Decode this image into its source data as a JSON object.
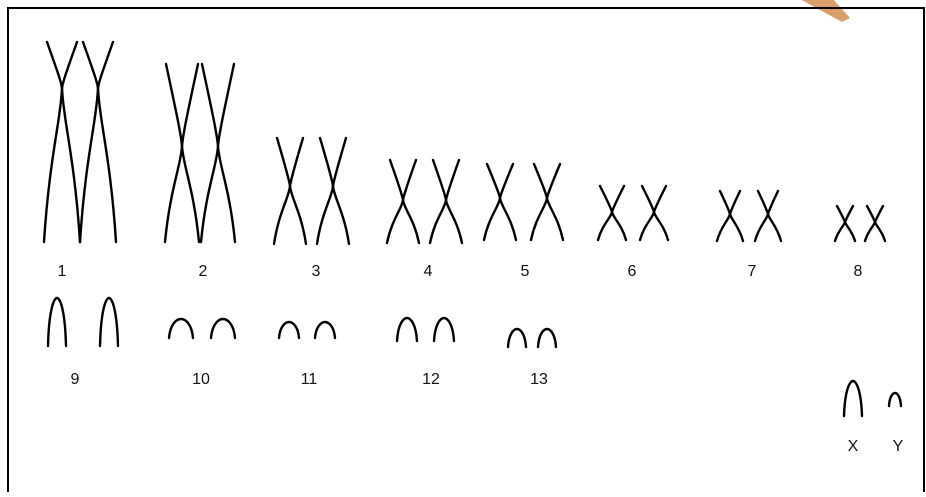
{
  "colors": {
    "background": "#ffffff",
    "stroke": "#000000",
    "border": "#000000",
    "corner_accent": "#d9a06b"
  },
  "karyotype": {
    "pairs": [
      {
        "label": "1",
        "shape": "x"
      },
      {
        "label": "2",
        "shape": "x"
      },
      {
        "label": "3",
        "shape": "x"
      },
      {
        "label": "4",
        "shape": "x"
      },
      {
        "label": "5",
        "shape": "x"
      },
      {
        "label": "6",
        "shape": "x"
      },
      {
        "label": "7",
        "shape": "x"
      },
      {
        "label": "8",
        "shape": "x"
      },
      {
        "label": "9",
        "shape": "arch"
      },
      {
        "label": "10",
        "shape": "arch"
      },
      {
        "label": "11",
        "shape": "arch"
      },
      {
        "label": "12",
        "shape": "arch"
      },
      {
        "label": "13",
        "shape": "arch"
      }
    ],
    "sex_chromosomes": [
      {
        "label": "X",
        "shape": "arch"
      },
      {
        "label": "Y",
        "shape": "arch"
      }
    ]
  }
}
